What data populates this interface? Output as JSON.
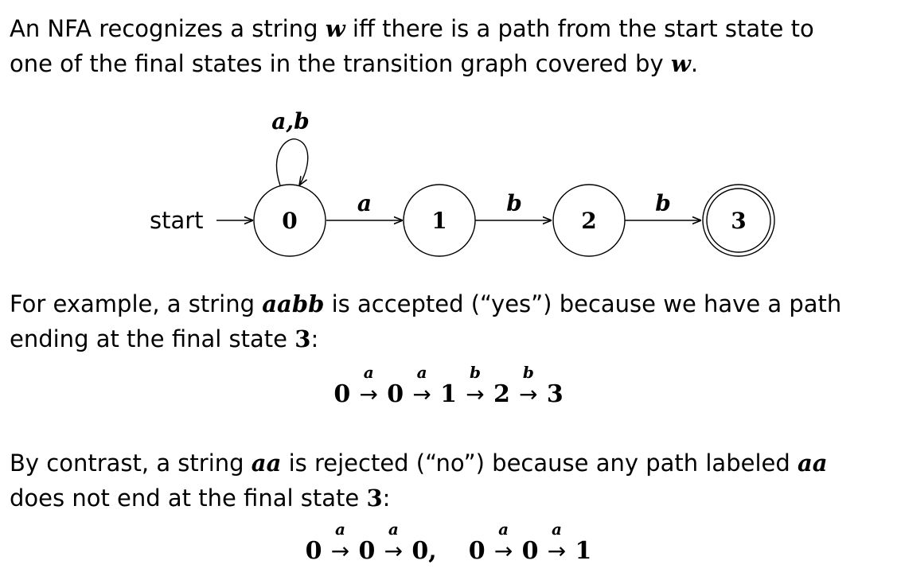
{
  "intro": {
    "t1": "An NFA recognizes a string ",
    "w1": "w",
    "t2": " iff there is a path from the start state to",
    "t3": "one of the final states in the transition graph covered by ",
    "w2": "w",
    "t4": "."
  },
  "diagram": {
    "start_label": "start",
    "states": [
      {
        "label": "0",
        "final": false
      },
      {
        "label": "1",
        "final": false
      },
      {
        "label": "2",
        "final": false
      },
      {
        "label": "3",
        "final": true
      }
    ],
    "transitions": [
      {
        "from": "0",
        "to": "0",
        "label": "a,b"
      },
      {
        "from": "0",
        "to": "1",
        "label": "a"
      },
      {
        "from": "1",
        "to": "2",
        "label": "b"
      },
      {
        "from": "2",
        "to": "3",
        "label": "b"
      }
    ]
  },
  "example_accept": {
    "t1": "For example, a string ",
    "string": "aabb",
    "t2": " is accepted (“yes”) because we have a path",
    "t3": "ending at the final state ",
    "state": "3",
    "t4": ":",
    "path": [
      {
        "state": "0"
      },
      {
        "symbol": "a",
        "state": "0"
      },
      {
        "symbol": "a",
        "state": "1"
      },
      {
        "symbol": "b",
        "state": "2"
      },
      {
        "symbol": "b",
        "state": "3"
      }
    ]
  },
  "example_reject": {
    "t1": "By contrast, a string ",
    "string": "aa",
    "t2": " is rejected (“no”) because any path labeled ",
    "string2": "aa",
    "t3": "does not end at the final state ",
    "state": "3",
    "t4": ":",
    "path1": [
      {
        "state": "0"
      },
      {
        "symbol": "a",
        "state": "0"
      },
      {
        "symbol": "a",
        "state": "0"
      }
    ],
    "comma": ",",
    "path2": [
      {
        "state": "0"
      },
      {
        "symbol": "a",
        "state": "0"
      },
      {
        "symbol": "a",
        "state": "1"
      }
    ]
  },
  "arrow_glyph": "→"
}
